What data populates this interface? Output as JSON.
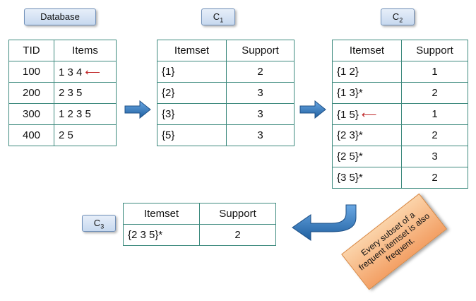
{
  "labels": {
    "database": "Database",
    "c1_main": "C",
    "c1_sub": "1",
    "c2_main": "C",
    "c2_sub": "2",
    "c3_main": "C",
    "c3_sub": "3"
  },
  "database": {
    "headers": [
      "TID",
      "Items"
    ],
    "rows": [
      [
        "100",
        "1 3 4"
      ],
      [
        "200",
        "2 3 5"
      ],
      [
        "300",
        "1 2 3 5"
      ],
      [
        "400",
        "2 5"
      ]
    ]
  },
  "c1": {
    "headers": [
      "Itemset",
      "Support"
    ],
    "rows": [
      [
        "{1}",
        "2"
      ],
      [
        "{2}",
        "3"
      ],
      [
        "{3}",
        "3"
      ],
      [
        "{5}",
        "3"
      ]
    ]
  },
  "c2": {
    "headers": [
      "Itemset",
      "Support"
    ],
    "rows": [
      [
        "{1 2}",
        "1"
      ],
      [
        "{1 3}*",
        "2"
      ],
      [
        "{1 5}",
        "1"
      ],
      [
        "{2 3}*",
        "2"
      ],
      [
        "{2 5}*",
        "3"
      ],
      [
        "{3 5}*",
        "2"
      ]
    ]
  },
  "c3": {
    "headers": [
      "Itemset",
      "Support"
    ],
    "rows": [
      [
        "{2 3 5}*",
        "2"
      ]
    ]
  },
  "note": "Every subset of a frequent itemset is also frequent.",
  "colors": {
    "table_border": "#3d8a7e",
    "marker_arrow": "#c0282a",
    "flow_arrow": "#2e6fb5",
    "note_fill": "#f3a065"
  }
}
